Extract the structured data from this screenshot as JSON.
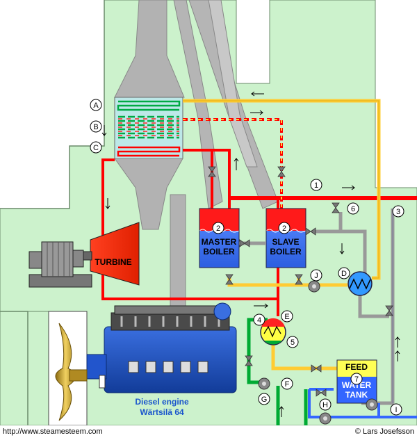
{
  "labels": {
    "turbine": "TURBINE",
    "master_boiler_line1": "MASTER",
    "master_boiler_line2": "BOILER",
    "slave_boiler_line1": "SLAVE",
    "slave_boiler_line2": "BOILER",
    "feed_tank_line1": "FEED",
    "feed_tank_line2": "WATER",
    "feed_tank_line3": "TANK",
    "engine_line1": "Diesel engine",
    "engine_line2": "Wärtsilä 64"
  },
  "markers": {
    "A": "A",
    "B": "B",
    "C": "C",
    "D": "D",
    "E": "E",
    "F": "F",
    "G": "G",
    "H": "H",
    "I": "I",
    "J": "J",
    "n1": "1",
    "n2a": "2",
    "n2b": "2",
    "n3": "3",
    "n4": "4",
    "n5": "5",
    "n6": "6",
    "n7": "7"
  },
  "footer": {
    "url": "http://www.steamesteem.com",
    "copyright": "© Lars Josefsson"
  },
  "colors": {
    "background": "#ffffff",
    "hull": "#ccf2cc",
    "exhaust": "#b2b2b2",
    "steam": "#ff0000",
    "feed_water": "#ffcc33",
    "cooling": "#999999",
    "condensate": "#00aa33",
    "boiler_water": "#3366ff",
    "engine": "#2255cc",
    "tank": "#ffff66"
  }
}
